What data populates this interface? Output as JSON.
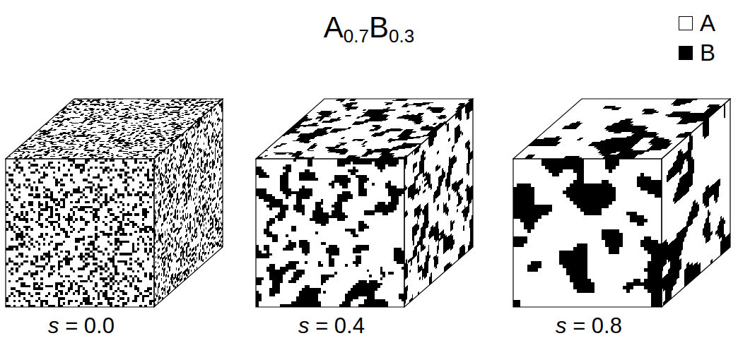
{
  "diagram": {
    "title": "A0.7B0.3",
    "labels": [
      "s = 0.0",
      "s = 0.4",
      "s = 0.8"
    ],
    "legend": [
      {
        "text": "A",
        "color": "#ffffff"
      },
      {
        "text": "B",
        "color": "#000000"
      }
    ]
  }
}
